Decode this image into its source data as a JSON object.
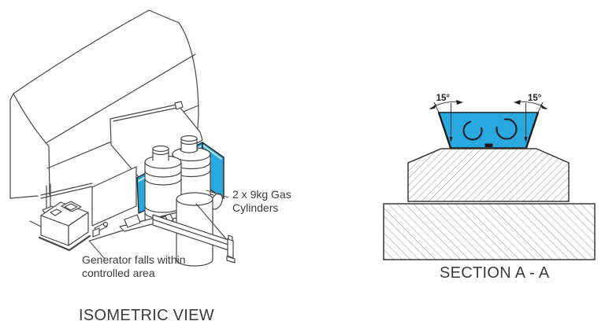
{
  "isometric_view": {
    "title": "ISOMETRIC VIEW",
    "label_gas_cylinders": "2 x 9kg Gas\nCylinders",
    "label_generator": "Generator falls within\ncontrolled area",
    "highlight_color": "#29A9E0"
  },
  "section_view": {
    "title": "SECTION A - A",
    "left_angle_label": "15°",
    "right_angle_label": "15°",
    "highlight_color": "#29A9E0"
  }
}
